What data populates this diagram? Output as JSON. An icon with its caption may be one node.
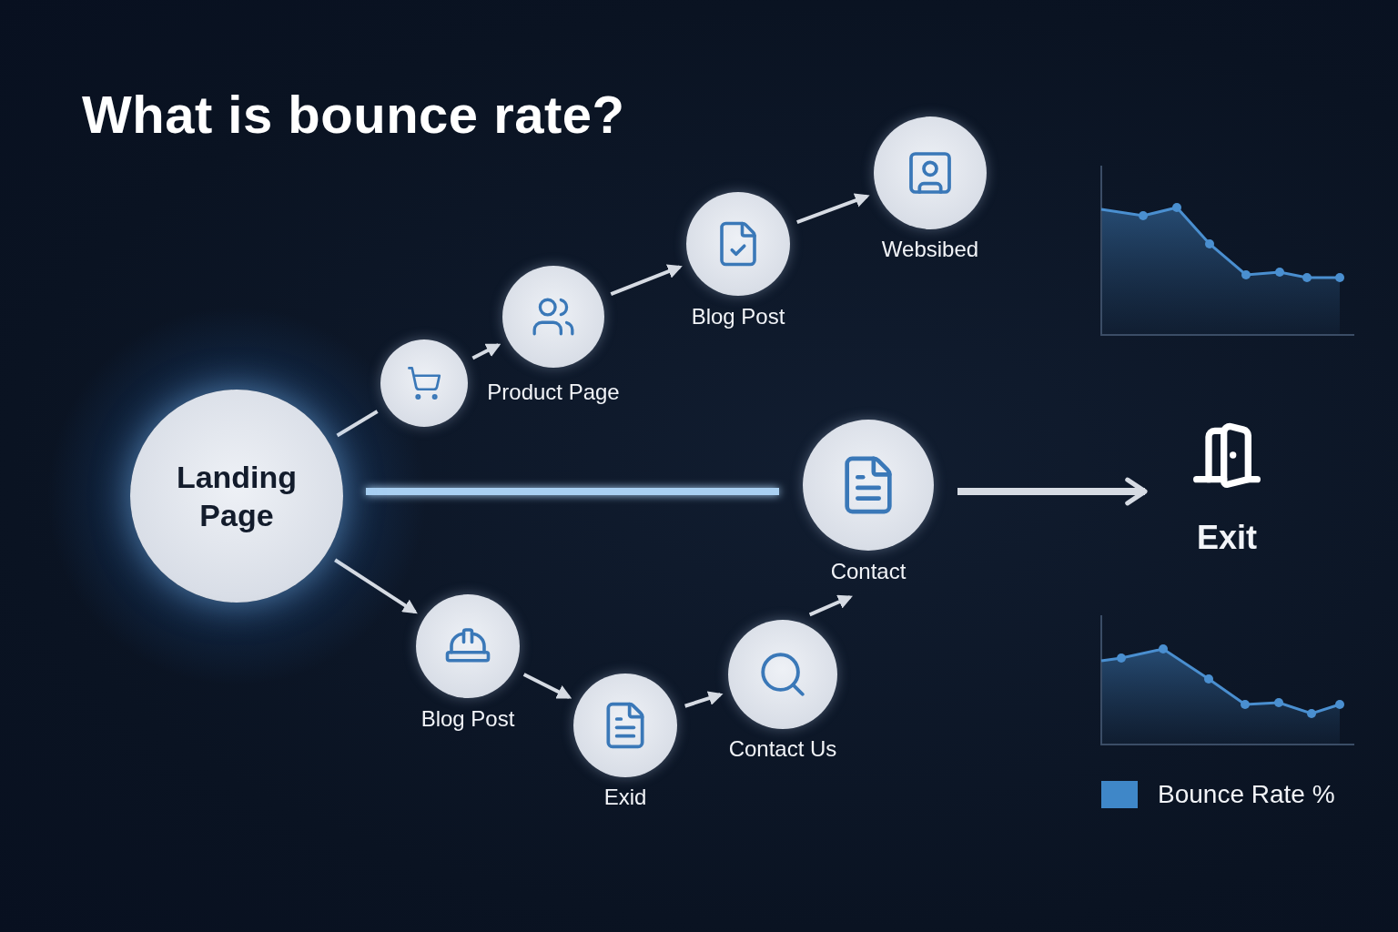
{
  "diagram": {
    "title": "What is bounce rate?",
    "nodes": [
      {
        "text": [
          "Landing Page"
        ]
      },
      {
        "text": [],
        "shape": "circle"
      },
      {
        "text": [
          "Product Page"
        ]
      },
      {
        "text": [
          "Blog Post"
        ]
      },
      {
        "text": [
          "Websibed"
        ]
      },
      {
        "text": [
          "Contact"
        ]
      },
      {
        "text": [
          "Exit"
        ]
      },
      {
        "text": [
          "Blog Post"
        ]
      },
      {
        "text": [
          "Exid"
        ]
      },
      {
        "text": [
          "Contact Us"
        ]
      }
    ],
    "edges": [
      {
        "from": 0,
        "to": 1,
        "arrow": "none"
      },
      {
        "from": 1,
        "to": 2,
        "arrow": "to"
      },
      {
        "from": 2,
        "to": 3,
        "arrow": "to"
      },
      {
        "from": 3,
        "to": 4,
        "arrow": "to"
      },
      {
        "from": 0,
        "to": 5,
        "arrow": "none",
        "style": "thick",
        "color": "#a9d0f2"
      },
      {
        "from": 5,
        "to": 6,
        "arrow": "to",
        "style": "thick"
      },
      {
        "from": 0,
        "to": 7,
        "arrow": "to"
      },
      {
        "from": 7,
        "to": 8,
        "arrow": "to"
      },
      {
        "from": 8,
        "to": 9,
        "arrow": "to"
      },
      {
        "from": 9,
        "to": 5,
        "arrow": "to"
      }
    ],
    "legend": [
      {
        "text": "Bounce Rate %",
        "color": "#3f87c8"
      }
    ]
  }
}
